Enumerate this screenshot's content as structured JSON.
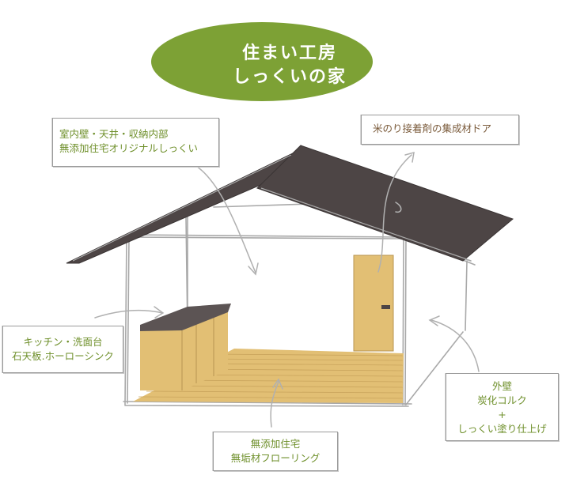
{
  "title": {
    "line1": "住まい工房",
    "line2": "しっくいの家"
  },
  "labels": {
    "interior": [
      "室内壁・天井・収納内部",
      "無添加住宅オリジナルしっくい"
    ],
    "door": [
      "米のり接着剤の集成材ドア"
    ],
    "kitchen": [
      "キッチン・洗面台",
      "石天板.ホーローシンク"
    ],
    "floor": [
      "無添加住宅",
      "無垢材フローリング"
    ],
    "exterior": [
      "外壁",
      "炭化コルク",
      "+",
      "しっくい塗り仕上げ"
    ]
  },
  "colors": {
    "title_ellipse": "#7da135",
    "roof": "#4d4545",
    "wood": "#e2bf74",
    "counter_top": "#5c5454",
    "sketch_line": "#a9a9a9",
    "label_text": "#6e8f2a"
  }
}
